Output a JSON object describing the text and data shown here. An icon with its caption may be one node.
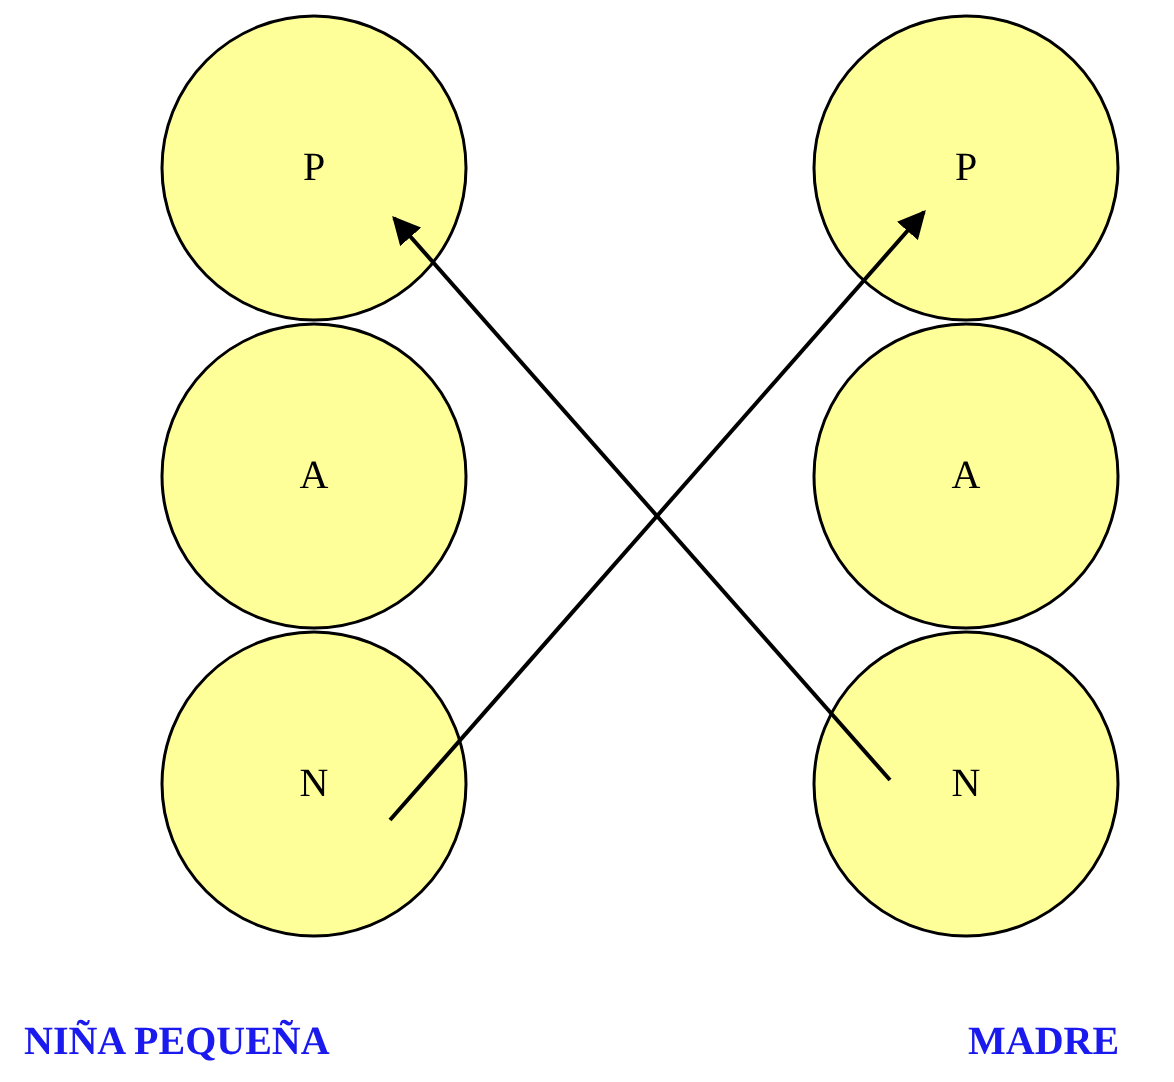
{
  "diagram": {
    "nodes": [
      {
        "text": [
          "P"
        ]
      },
      {
        "text": [
          "P"
        ]
      },
      {
        "text": [
          "A"
        ]
      },
      {
        "text": [
          "A"
        ]
      },
      {
        "text": [
          "N"
        ]
      },
      {
        "text": [
          "N"
        ]
      }
    ],
    "edges": [
      {
        "from": 4,
        "to": 1,
        "arrow": "to"
      },
      {
        "from": 5,
        "to": 0,
        "arrow": "to"
      }
    ],
    "labels": [
      "NIÑA PEQUEÑA",
      "MADRE"
    ]
  }
}
